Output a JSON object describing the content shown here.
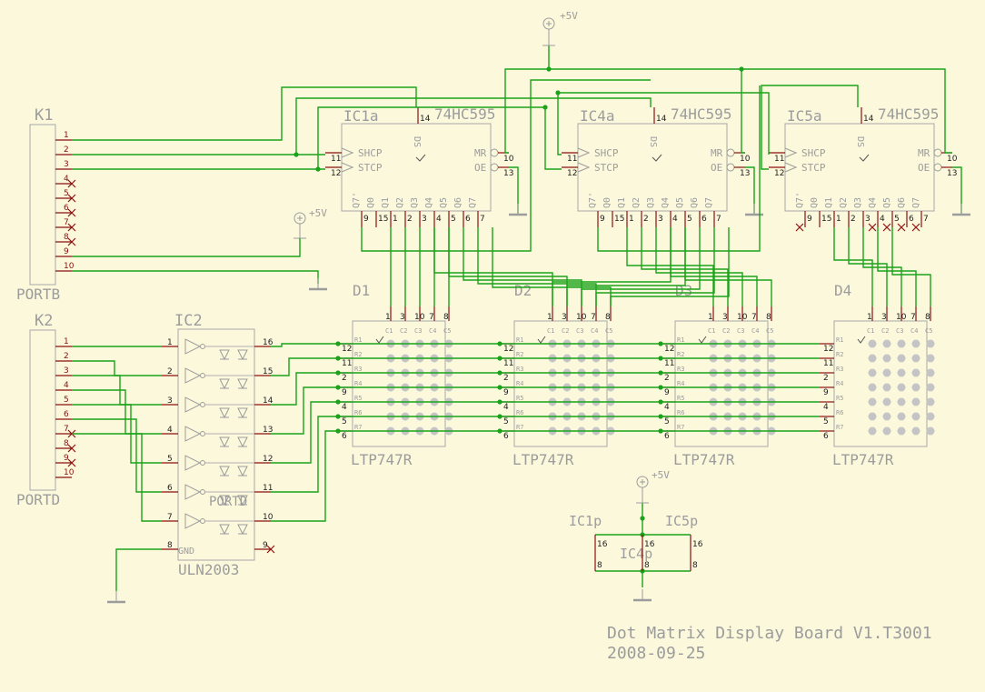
{
  "power_label": "+5V",
  "k1": {
    "name": "K1",
    "value": "PORTB",
    "pins": [
      "1",
      "2",
      "3",
      "4",
      "5",
      "6",
      "7",
      "8",
      "9",
      "10"
    ]
  },
  "k2": {
    "name": "K2",
    "value": "PORTD",
    "pins": [
      "1",
      "2",
      "3",
      "4",
      "5",
      "6",
      "7",
      "8",
      "9",
      "10"
    ]
  },
  "ic2": {
    "name": "IC2",
    "value": "ULN2003",
    "label": "PORTD",
    "in_pins": [
      "1",
      "2",
      "3",
      "4",
      "5",
      "6",
      "7",
      "8"
    ],
    "out_pins": [
      "16",
      "15",
      "14",
      "13",
      "12",
      "11",
      "10",
      "9"
    ],
    "gnd": "GND"
  },
  "shift_regs": [
    {
      "name": "IC1a",
      "value": "74HC595"
    },
    {
      "name": "IC4a",
      "value": "74HC595"
    },
    {
      "name": "IC5a",
      "value": "74HC595"
    }
  ],
  "sr_pins": {
    "top": "14",
    "ds": "DS",
    "shcp": "SHCP",
    "stcp": "STCP",
    "mr": "MR",
    "oe": "OE",
    "left": [
      "11",
      "12"
    ],
    "right": [
      "10",
      "13"
    ],
    "outs": [
      "Q7'",
      "Q0",
      "Q1",
      "Q2",
      "Q3",
      "Q4",
      "Q5",
      "Q6",
      "Q7"
    ],
    "bottom": [
      "9",
      "15",
      "1",
      "2",
      "3",
      "4",
      "5",
      "6",
      "7"
    ]
  },
  "matrices": [
    {
      "name": "D1",
      "value": "LTP747R"
    },
    {
      "name": "D2",
      "value": "LTP747R"
    },
    {
      "name": "D3",
      "value": "LTP747R"
    },
    {
      "name": "D4",
      "value": "LTP747R"
    }
  ],
  "matrix_pins": {
    "rows": [
      "R1",
      "R2",
      "R3",
      "R4",
      "R5",
      "R6",
      "R7"
    ],
    "cols": [
      "C1",
      "C2",
      "C3",
      "C4",
      "C5"
    ],
    "row_nums": [
      "12",
      "11",
      "2",
      "9",
      "4",
      "5",
      "6"
    ],
    "col_nums": [
      "1",
      "3",
      "10",
      "7",
      "8"
    ]
  },
  "power_parts": {
    "left": "IC1p",
    "right": "IC5p",
    "mid": "IC4p",
    "top_pin": "16",
    "bot_pin": "8"
  },
  "footer": {
    "title": "Dot Matrix Display Board V1.T3001",
    "date": "2008-09-25"
  }
}
